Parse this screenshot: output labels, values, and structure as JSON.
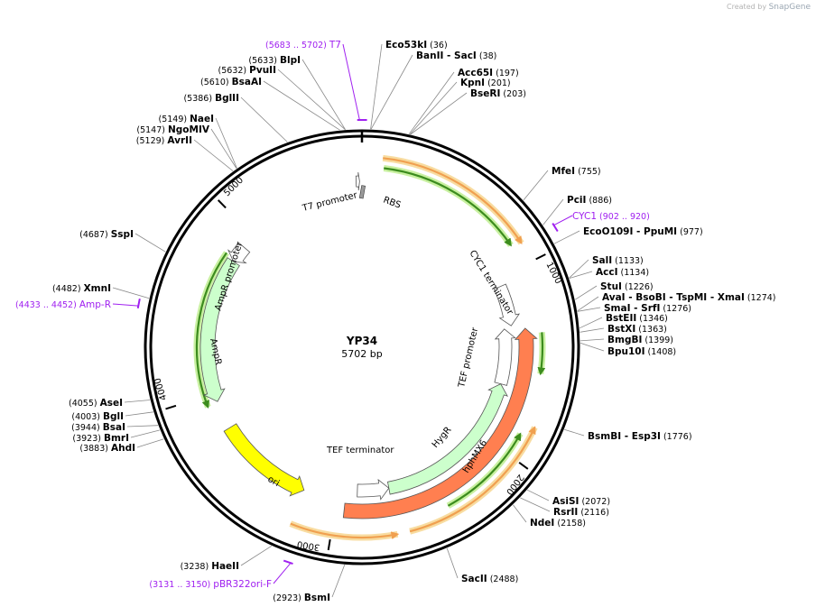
{
  "branding": {
    "created_by": "Created by",
    "brand": "SnapGene"
  },
  "plasmid": {
    "name": "YP34",
    "length": "5702 bp",
    "total_bp": 5702
  },
  "ticks": [
    1000,
    2000,
    3000,
    4000,
    5000
  ],
  "enzymes": [
    {
      "name": "Eco53kI",
      "pos": "(36)",
      "bp": 36
    },
    {
      "name": "BanII",
      "name2": "SacI",
      "pos": "(38)",
      "bp": 38
    },
    {
      "name": "Acc65I",
      "pos": "(197)",
      "bp": 197
    },
    {
      "name": "KpnI",
      "pos": "(201)",
      "bp": 201
    },
    {
      "name": "BseRI",
      "pos": "(203)",
      "bp": 203
    },
    {
      "name": "MfeI",
      "pos": "(755)",
      "bp": 755
    },
    {
      "name": "PciI",
      "pos": "(886)",
      "bp": 886
    },
    {
      "name": "EcoO109I",
      "name2": "PpuMI",
      "pos": "(977)",
      "bp": 977
    },
    {
      "name": "SalI",
      "pos": "(1133)",
      "bp": 1133
    },
    {
      "name": "AccI",
      "pos": "(1134)",
      "bp": 1134
    },
    {
      "name": "StuI",
      "pos": "(1226)",
      "bp": 1226
    },
    {
      "name": "AvaI",
      "name2": "BsoBI",
      "name3": "TspMI",
      "name4": "XmaI",
      "pos": "(1274)",
      "bp": 1274
    },
    {
      "name": "SmaI",
      "name2": "SrfI",
      "pos": "(1276)",
      "bp": 1276
    },
    {
      "name": "BstEII",
      "pos": "(1346)",
      "bp": 1346
    },
    {
      "name": "BstXI",
      "pos": "(1363)",
      "bp": 1363
    },
    {
      "name": "BmgBI",
      "pos": "(1399)",
      "bp": 1399
    },
    {
      "name": "Bpu10I",
      "pos": "(1408)",
      "bp": 1408
    },
    {
      "name": "BsmBI",
      "name2": "Esp3I",
      "pos": "(1776)",
      "bp": 1776
    },
    {
      "name": "AsiSI",
      "pos": "(2072)",
      "bp": 2072
    },
    {
      "name": "RsrII",
      "pos": "(2116)",
      "bp": 2116
    },
    {
      "name": "NdeI",
      "pos": "(2158)",
      "bp": 2158
    },
    {
      "name": "SacII",
      "pos": "(2488)",
      "bp": 2488
    },
    {
      "name": "BsmI",
      "pos": "(2923)",
      "bp": 2923
    },
    {
      "name": "HaeII",
      "pos": "(3238)",
      "bp": 3238
    },
    {
      "name": "AhdI",
      "pos": "(3883)",
      "bp": 3883
    },
    {
      "name": "BmrI",
      "pos": "(3923)",
      "bp": 3923
    },
    {
      "name": "BsaI",
      "pos": "(3944)",
      "bp": 3944
    },
    {
      "name": "BglI",
      "pos": "(4003)",
      "bp": 4003
    },
    {
      "name": "AseI",
      "pos": "(4055)",
      "bp": 4055
    },
    {
      "name": "XmnI",
      "pos": "(4482)",
      "bp": 4482
    },
    {
      "name": "SspI",
      "pos": "(4687)",
      "bp": 4687
    },
    {
      "name": "AvrII",
      "pos": "(5129)",
      "bp": 5129
    },
    {
      "name": "NgoMIV",
      "pos": "(5147)",
      "bp": 5147
    },
    {
      "name": "NaeI",
      "pos": "(5149)",
      "bp": 5149
    },
    {
      "name": "BglII",
      "pos": "(5386)",
      "bp": 5386
    },
    {
      "name": "BsaAI",
      "pos": "(5610)",
      "bp": 5610
    },
    {
      "name": "PvuII",
      "pos": "(5632)",
      "bp": 5632
    },
    {
      "name": "BlpI",
      "pos": "(5633)",
      "bp": 5633
    }
  ],
  "primers": [
    {
      "name": "T7",
      "pos": "(5683 .. 5702)",
      "start": 5683,
      "end": 5702
    },
    {
      "name": "CYC1",
      "pos": "(902 .. 920)",
      "start": 902,
      "end": 920
    },
    {
      "name": "Amp-R",
      "pos": "(4433 .. 4452)",
      "start": 4433,
      "end": 4452
    },
    {
      "name": "pBR322ori-F",
      "pos": "(3131 .. 3150)",
      "start": 3131,
      "end": 3150
    }
  ],
  "features": [
    {
      "label": "T7 promoter",
      "color": "#ffffff",
      "start": 5670,
      "end": 5689,
      "strand": 1
    },
    {
      "label": "RBS",
      "color": "#9a9a9a",
      "start": 5690,
      "end": 5701,
      "strand": 1
    },
    {
      "label": "CYC1 terminator",
      "color": "#ffffff",
      "start": 1050,
      "end": 1296,
      "strand": 1
    },
    {
      "label": "TEF promoter",
      "color": "#ffffff",
      "start": 1310,
      "end": 1660,
      "strand": -1
    },
    {
      "label": "HygR",
      "color": "#ccffcc",
      "start": 1660,
      "end": 2680,
      "strand": -1
    },
    {
      "label": "TEF terminator",
      "color": "#ffffff",
      "start": 2680,
      "end": 2880,
      "strand": -1
    },
    {
      "label": "hphMX6",
      "color": "#ff7f50",
      "start": 1320,
      "end": 2950,
      "strand": -1
    },
    {
      "label": "ori",
      "color": "#ffff00",
      "start": 3200,
      "end": 3780,
      "strand": -1
    },
    {
      "label": "AmpR",
      "color": "#ccffcc",
      "start": 3950,
      "end": 4810,
      "strand": -1
    },
    {
      "label": "AmpR promoter",
      "color": "#ffffff",
      "start": 4810,
      "end": 4915,
      "strand": -1
    }
  ],
  "orfs": [
    {
      "start": 110,
      "end": 880,
      "strand": 1
    },
    {
      "start": 1350,
      "end": 1560,
      "strand": 1
    },
    {
      "start": 1880,
      "end": 2400,
      "strand": -1
    },
    {
      "start": 3940,
      "end": 4830,
      "strand": -1
    }
  ],
  "bands": [
    {
      "start": 100,
      "end": 900,
      "strand": 1
    },
    {
      "start": 1820,
      "end": 2620,
      "strand": -1
    },
    {
      "start": 2680,
      "end": 3200,
      "strand": -1
    }
  ],
  "colors": {
    "backbone": "#000000",
    "orf_green": "#3c8c1e",
    "orf_glow": "#c8f0a0",
    "band_orange": "#f0a050",
    "band_glow": "#f8dca0",
    "primer": "#a020f0"
  }
}
